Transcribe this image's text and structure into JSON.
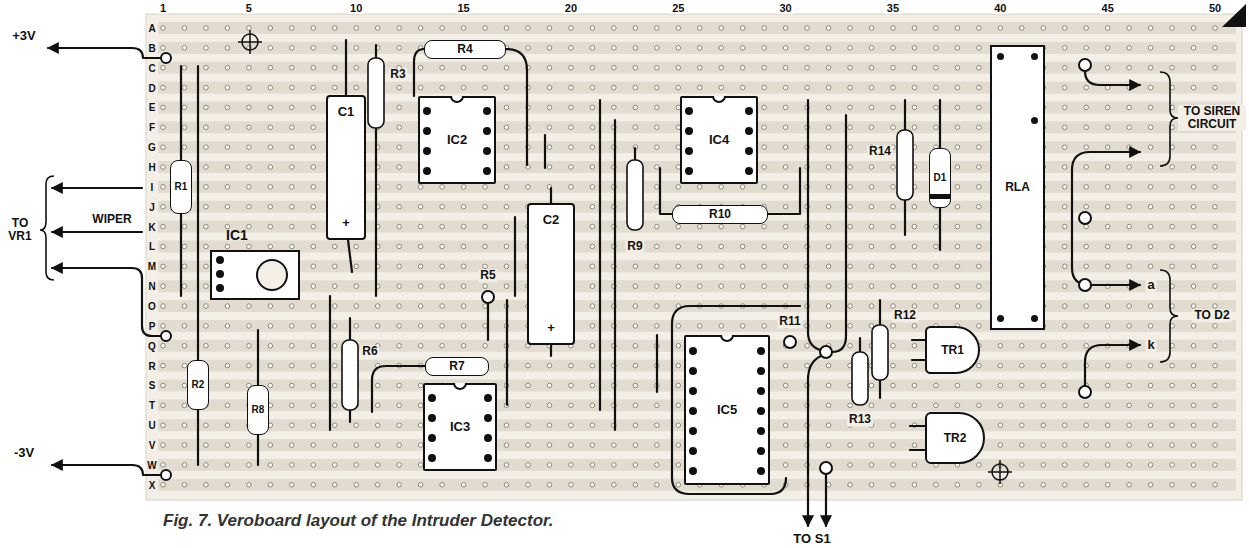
{
  "diagram": {
    "caption": "Fig. 7. Veroboard layout of the Intruder Detector.",
    "nodes": [
      {
        "text": [
          "R1"
        ]
      },
      {
        "text": [
          "C1",
          "+"
        ]
      },
      {
        "text": [
          "R4"
        ]
      },
      {
        "text": [
          "IC2"
        ]
      },
      {
        "text": [
          "C2",
          "+"
        ]
      },
      {
        "text": [
          "IC1"
        ]
      },
      {
        "text": [
          "R2"
        ]
      },
      {
        "text": [
          "R8"
        ]
      },
      {
        "text": [
          "R7"
        ]
      },
      {
        "text": [
          "IC3"
        ]
      },
      {
        "text": [
          "IC4"
        ]
      },
      {
        "text": [
          "R10"
        ]
      },
      {
        "text": [
          "IC5"
        ]
      },
      {
        "text": [
          "D1"
        ]
      },
      {
        "text": [
          "RLA"
        ]
      },
      {
        "text": [
          "TR1"
        ]
      },
      {
        "text": [
          "TR2"
        ]
      }
    ],
    "labels": [
      "1",
      "5",
      "10",
      "15",
      "20",
      "25",
      "30",
      "35",
      "40",
      "45",
      "50",
      "A",
      "B",
      "C",
      "D",
      "E",
      "F",
      "G",
      "H",
      "I",
      "J",
      "K",
      "L",
      "M",
      "N",
      "O",
      "P",
      "Q",
      "R",
      "S",
      "T",
      "U",
      "V",
      "W",
      "X",
      "+3V",
      "TO VR1",
      "WIPER",
      "-3V",
      "R3",
      "R5",
      "R6",
      "R9",
      "R11",
      "R14",
      "R12",
      "R13",
      "TO SIREN CIRCUIT",
      "a",
      "TO D2",
      "k",
      "TO S1"
    ]
  }
}
